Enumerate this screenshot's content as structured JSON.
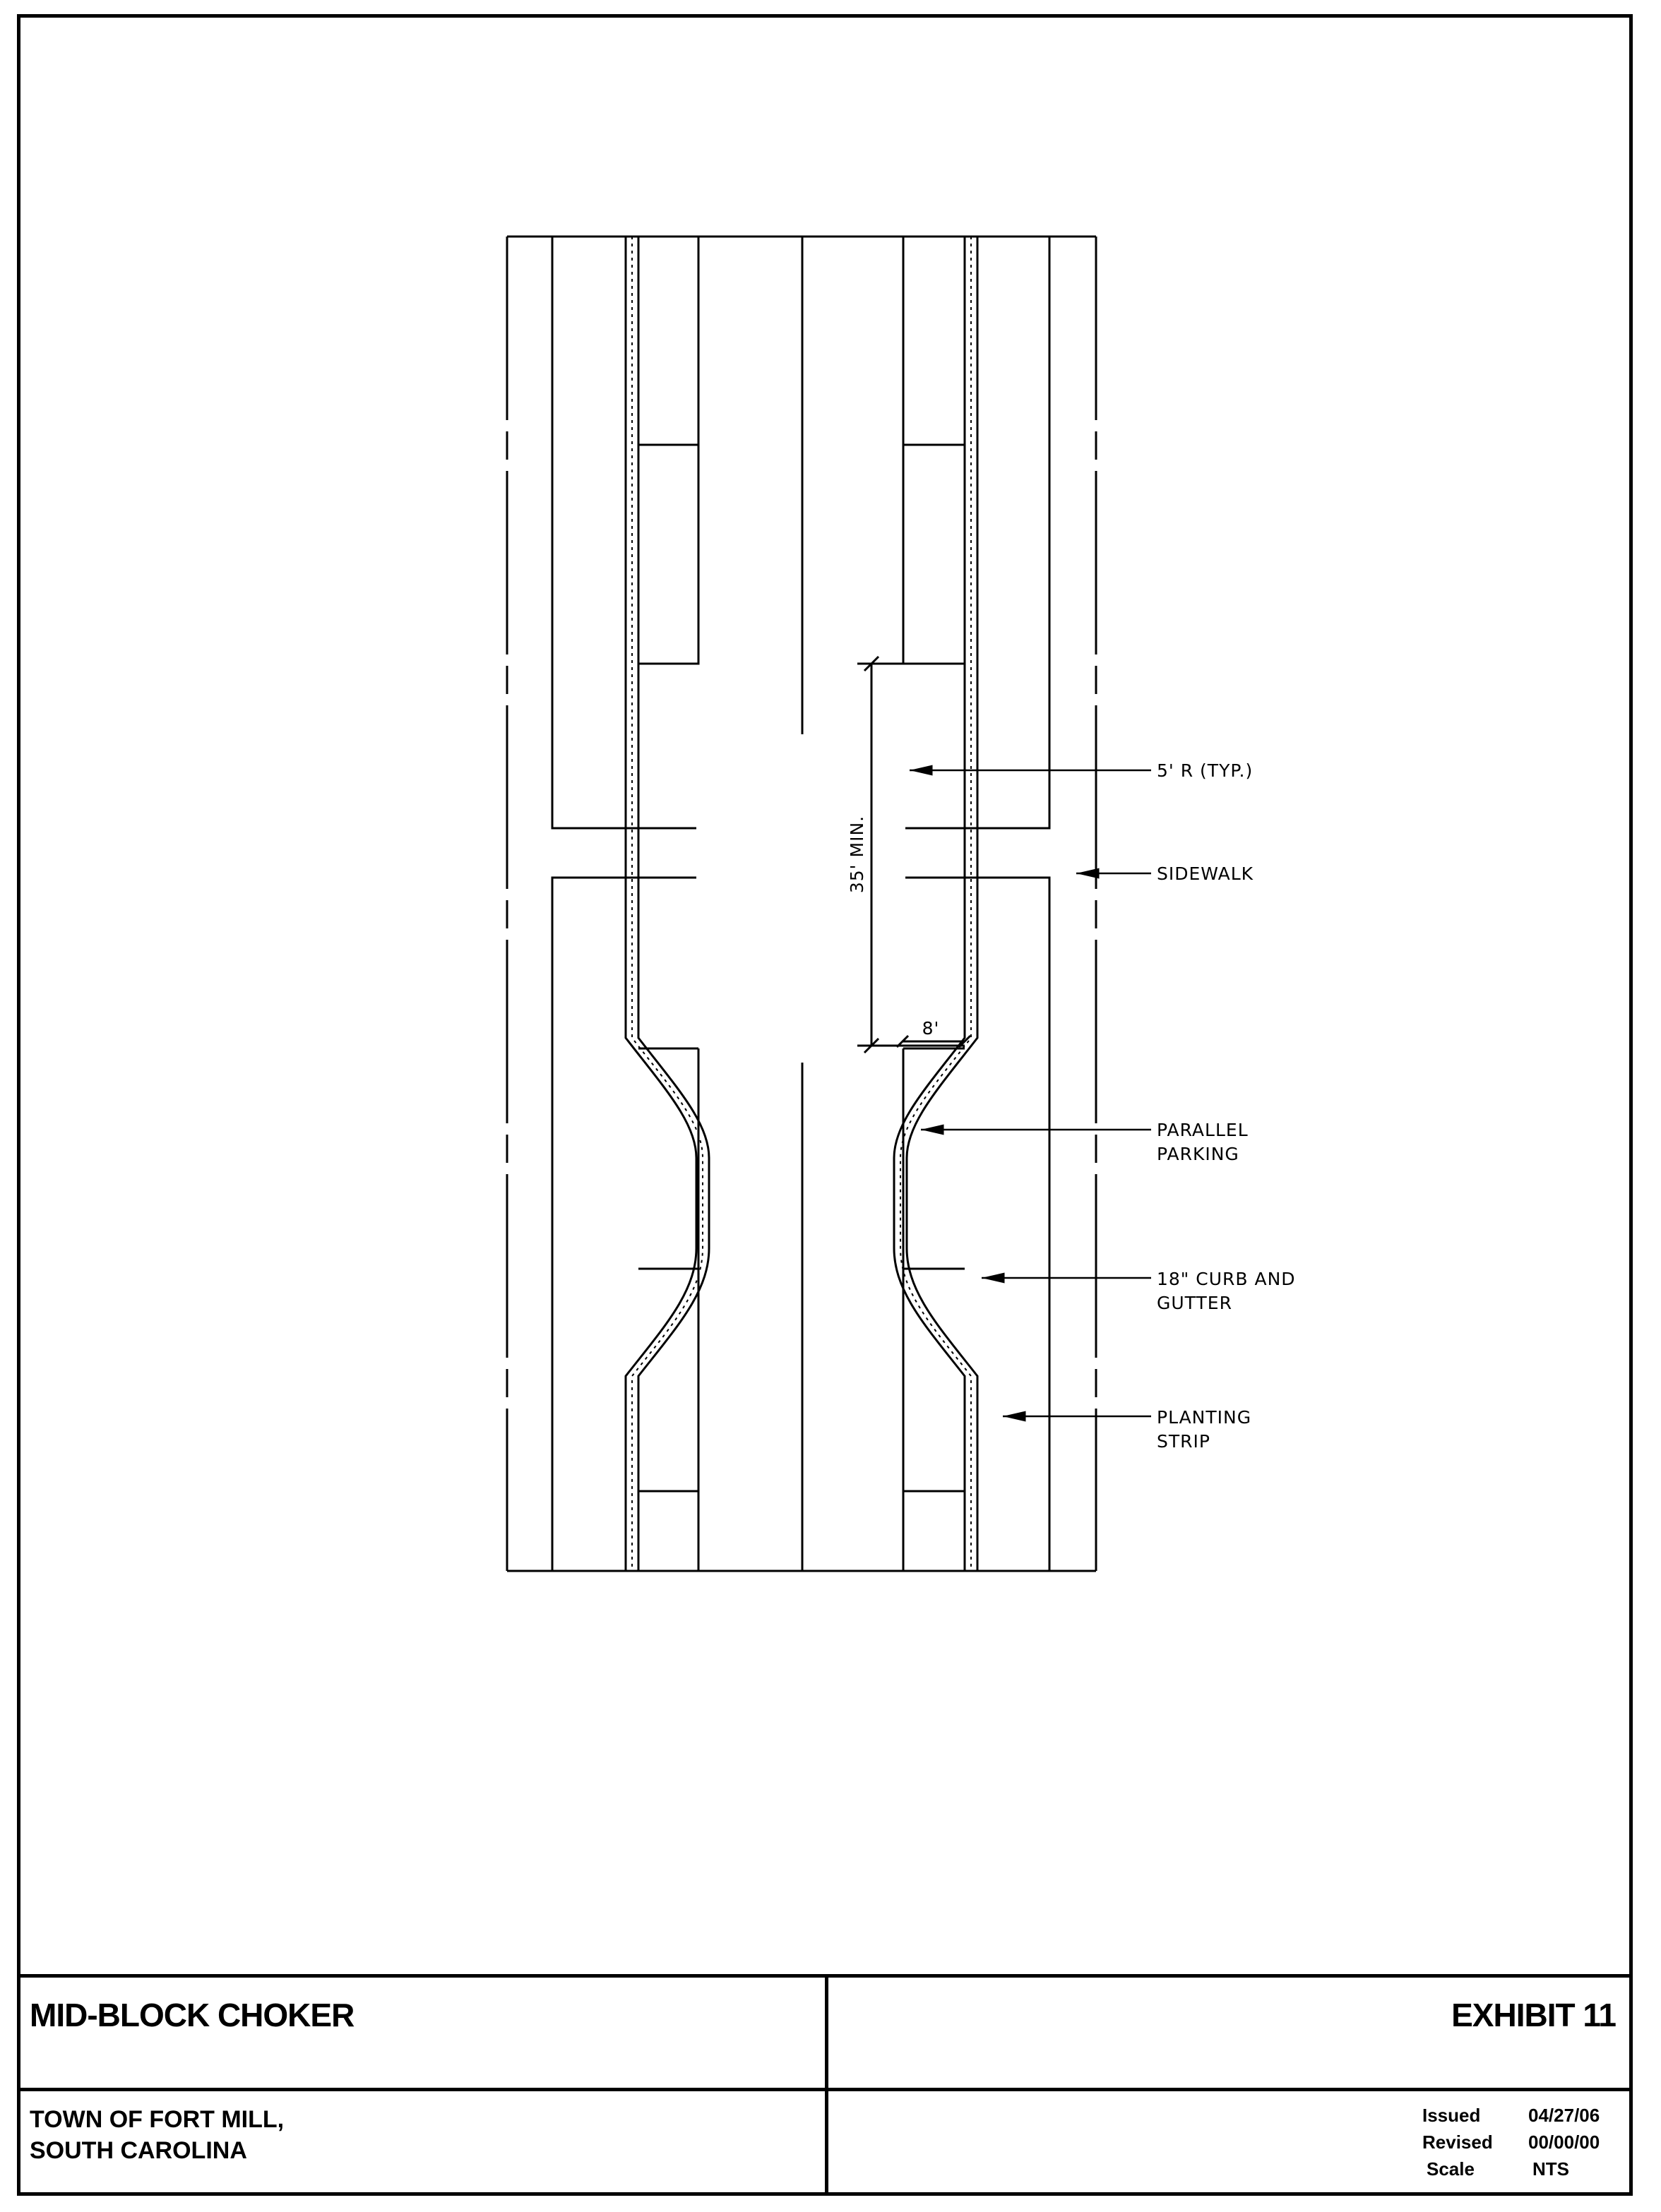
{
  "callouts": {
    "radius": "5' R (TYP.)",
    "sidewalk": "SIDEWALK",
    "parallel_parking": [
      "PARALLEL",
      "PARKING"
    ],
    "curb_gutter": [
      "18\" CURB AND",
      "GUTTER"
    ],
    "planting_strip": [
      "PLANTING",
      "STRIP"
    ]
  },
  "dimensions": {
    "length": "35' MIN.",
    "width": "8'"
  },
  "title_block": {
    "title": "MID-BLOCK CHOKER",
    "exhibit": "EXHIBIT 11",
    "client_lines": [
      "TOWN OF FORT MILL,",
      "SOUTH CAROLINA"
    ],
    "issued_label": "Issued",
    "issued_value": "04/27/06",
    "revised_label": "Revised",
    "revised_value": "00/00/00",
    "scale_label": "Scale",
    "scale_value": "NTS"
  }
}
